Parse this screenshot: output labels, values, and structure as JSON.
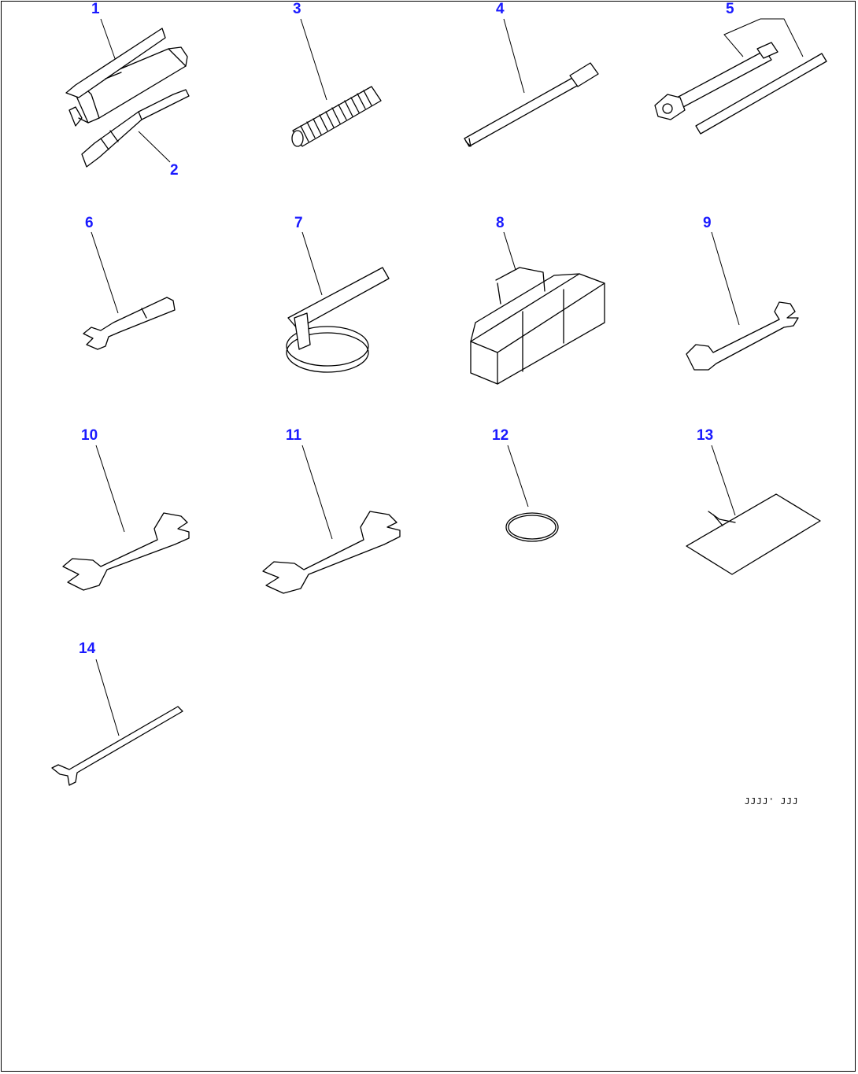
{
  "theme": {
    "callout_color": "#1a1aff",
    "line_color": "#000000",
    "background": "#ffffff"
  },
  "callouts": [
    {
      "id": "c1",
      "text": "1"
    },
    {
      "id": "c2",
      "text": "2"
    },
    {
      "id": "c3",
      "text": "3"
    },
    {
      "id": "c4",
      "text": "4"
    },
    {
      "id": "c5",
      "text": "5"
    },
    {
      "id": "c6",
      "text": "6"
    },
    {
      "id": "c7",
      "text": "7"
    },
    {
      "id": "c8",
      "text": "8"
    },
    {
      "id": "c9",
      "text": "9"
    },
    {
      "id": "c10",
      "text": "10"
    },
    {
      "id": "c11",
      "text": "11"
    },
    {
      "id": "c12",
      "text": "12"
    },
    {
      "id": "c13",
      "text": "13"
    },
    {
      "id": "c14",
      "text": "14"
    }
  ],
  "figure_code": "JJJJ' JJJ",
  "icons": [
    "grease-gun-icon",
    "nozzle-icon",
    "spring-icon",
    "bar-icon",
    "socket-wrench-icon",
    "wrench-icon",
    "filter-wrench-icon",
    "tool-bag-icon",
    "ring-icon",
    "tag-icon",
    "spanner-icon"
  ]
}
